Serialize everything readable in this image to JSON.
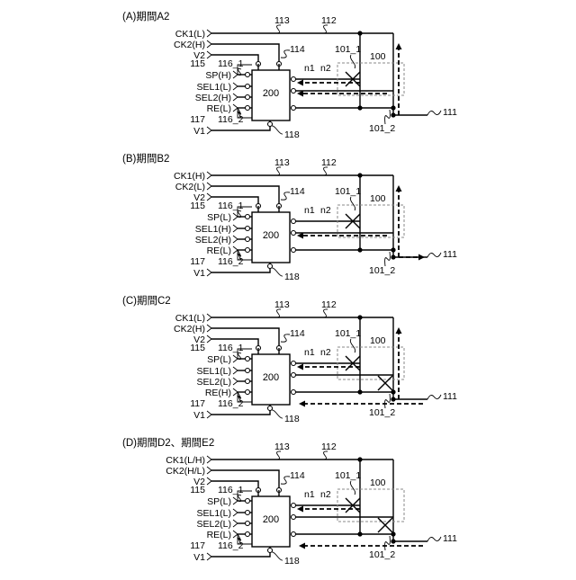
{
  "panels": [
    {
      "title": "(A)期間A2",
      "inputs": [
        "CK1(L)",
        "CK2(H)",
        "V2",
        "SP(H)",
        "SEL1(L)",
        "SEL2(H)",
        "RE(L)",
        "V1"
      ],
      "crossed": [
        1
      ],
      "arrows": [
        "left-top",
        "left-bottom",
        "up-right"
      ]
    },
    {
      "title": "(B)期間B2",
      "inputs": [
        "CK1(H)",
        "CK2(L)",
        "V2",
        "SP(L)",
        "SEL1(H)",
        "SEL2(H)",
        "RE(L)",
        "V1"
      ],
      "crossed": [
        1
      ],
      "arrows": [
        "left-bottom",
        "up-right",
        "right-out"
      ]
    },
    {
      "title": "(C)期間C2",
      "inputs": [
        "CK1(L)",
        "CK2(H)",
        "V2",
        "SP(L)",
        "SEL1(L)",
        "SEL2(L)",
        "RE(H)",
        "V1"
      ],
      "crossed": [
        1,
        2
      ],
      "arrows": [
        "left-top",
        "up-right",
        "left-out"
      ]
    },
    {
      "title": "(D)期間D2、期間E2",
      "inputs": [
        "CK1(L/H)",
        "CK2(H/L)",
        "V2",
        "SP(L)",
        "SEL1(L)",
        "SEL2(L)",
        "RE(L)",
        "V1"
      ],
      "crossed": [
        1,
        2
      ],
      "arrows": [
        "left-top",
        "left-out"
      ]
    }
  ],
  "labels": {
    "block": "200",
    "wire113": "113",
    "wire112": "112",
    "wire114": "114",
    "node115": "115",
    "node116_1": "116_1",
    "node117": "117",
    "node116_2": "116_2",
    "node118": "118",
    "n1": "n1",
    "n2": "n2",
    "t101_1": "101_1",
    "unit100": "100",
    "t101_2": "101_2",
    "out111": "111"
  }
}
